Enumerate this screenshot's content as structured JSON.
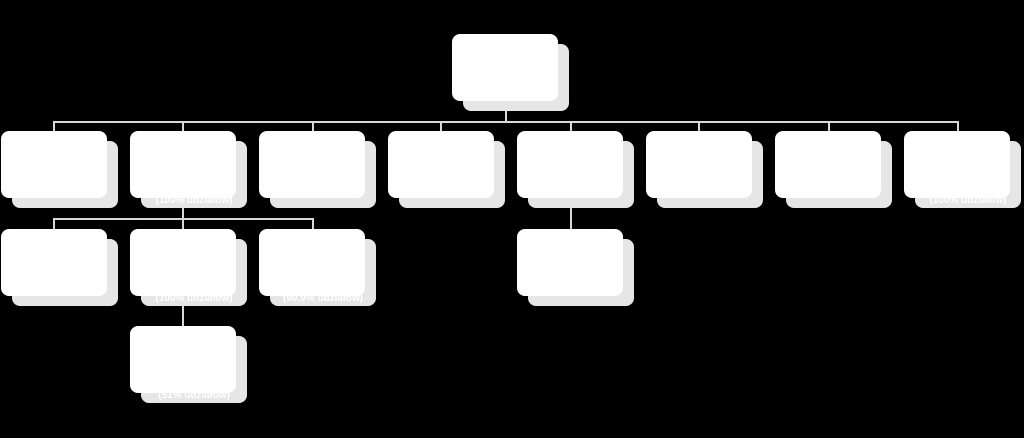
{
  "nodes": [
    {
      "id": "root",
      "name": "",
      "caption": ""
    },
    {
      "id": "a1",
      "name": "",
      "caption": ""
    },
    {
      "id": "a2",
      "name": "",
      "caption": "(100% udziałów)"
    },
    {
      "id": "a3",
      "name": "",
      "caption": ""
    },
    {
      "id": "a4",
      "name": "",
      "caption": ""
    },
    {
      "id": "a5",
      "name": "",
      "caption": ""
    },
    {
      "id": "a6",
      "name": "",
      "caption": ""
    },
    {
      "id": "a7",
      "name": "",
      "caption": ""
    },
    {
      "id": "a8",
      "name": "",
      "caption": "(100% udziałów)"
    },
    {
      "id": "b1",
      "name": "",
      "caption": ""
    },
    {
      "id": "b2",
      "name": "",
      "caption": "(100% udziałów)"
    },
    {
      "id": "b3",
      "name": "",
      "caption": "(90,9% udziałów)"
    },
    {
      "id": "b4",
      "name": "",
      "caption": ""
    },
    {
      "id": "c1",
      "name": "",
      "caption": "(51% udziałów)"
    }
  ]
}
